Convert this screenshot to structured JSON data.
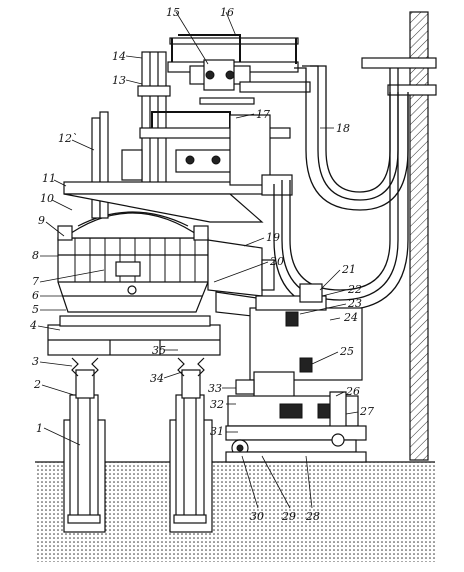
{
  "labels": [
    "1",
    "2",
    "3",
    "4",
    "5",
    "6",
    "7",
    "8",
    "9",
    "10",
    "11",
    "12`",
    "13",
    "14",
    "15",
    "16",
    "17",
    "18",
    "19",
    "20",
    "21",
    "22",
    "23",
    "24",
    "25",
    "26",
    "27",
    "28",
    "29",
    "30",
    "31",
    "32",
    "33",
    "34",
    "35"
  ]
}
